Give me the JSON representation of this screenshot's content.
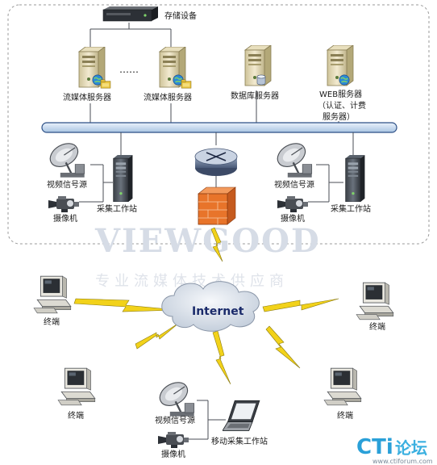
{
  "storage": {
    "label": "存储设备"
  },
  "dots": "……",
  "servers": [
    {
      "label": "流媒体服务器"
    },
    {
      "label": "流媒体服务器"
    },
    {
      "label": "数据库服务器"
    },
    {
      "label_lines": [
        "WEB服务器",
        "（认证、计费",
        "服务器）"
      ]
    }
  ],
  "left_station": {
    "video_source": "视频信号源",
    "camera": "摄像机",
    "workstation": "采集工作站"
  },
  "right_station": {
    "video_source": "视频信号源",
    "camera": "摄像机",
    "workstation": "采集工作站"
  },
  "internet": {
    "label": "Internet"
  },
  "terminals": [
    {
      "label": "终端"
    },
    {
      "label": "终端"
    },
    {
      "label": "终端"
    },
    {
      "label": "终端"
    }
  ],
  "mobile_station": {
    "video_source": "视频信号源",
    "camera": "摄像机",
    "workstation": "移动采集工作站"
  },
  "watermark": {
    "brand": "VIEWGOOD",
    "slogan": "专业流媒体技术供应商"
  },
  "logo": {
    "mark": "CTi",
    "text": "论坛",
    "url": "www.ctiforum.com"
  },
  "colors": {
    "bus": "#cfe0f2",
    "bus_border": "#2c4f86",
    "firewall": "#e8742a",
    "lightning": "#f2d21a",
    "cloud": "#dde4ee"
  }
}
